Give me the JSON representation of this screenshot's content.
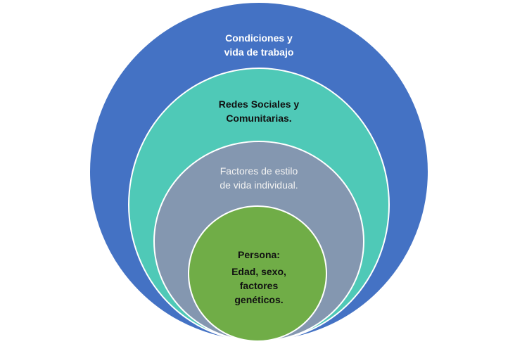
{
  "diagram": {
    "layers": [
      {
        "id": "outer",
        "lines": [
          "Condiciones y",
          "vida de trabajo"
        ],
        "color": "#4472c4",
        "text_color": "#ffffff"
      },
      {
        "id": "second",
        "lines": [
          "Redes Sociales y",
          "Comunitarias."
        ],
        "color": "#4fc9b7",
        "text_color": "#111111"
      },
      {
        "id": "third",
        "lines": [
          "Factores de estilo",
          "de vida individual."
        ],
        "color": "#8497b0",
        "text_color": "#f2f2f2"
      },
      {
        "id": "core",
        "title": "Persona:",
        "lines": [
          "Edad, sexo,",
          "factores",
          "genéticos."
        ],
        "color": "#70ad47",
        "text_color": "#111111"
      }
    ]
  }
}
